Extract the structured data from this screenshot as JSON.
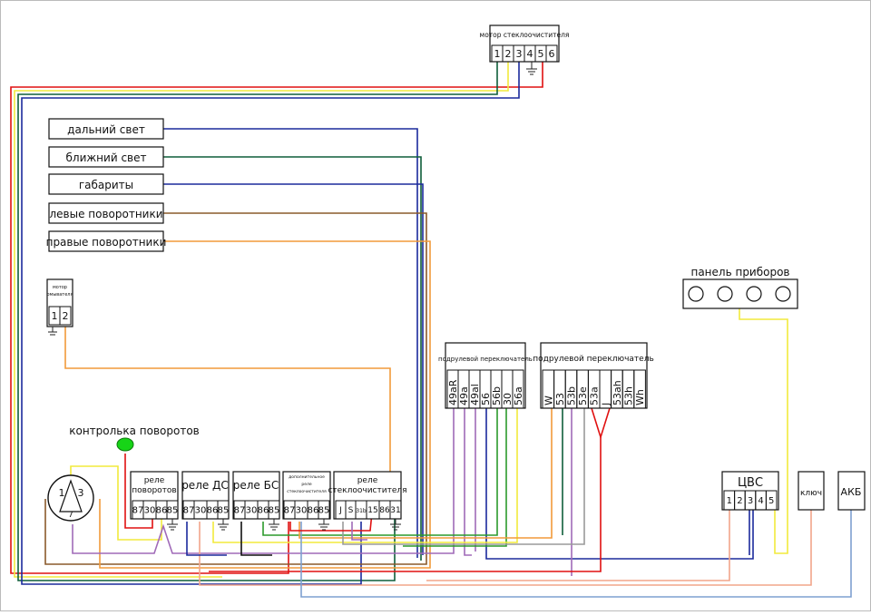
{
  "colors": {
    "red": "#e01010",
    "blue": "#1b2a9c",
    "green": "#2c9a2c",
    "yellow": "#f2ea3c",
    "orange": "#f29a3a",
    "brown": "#8a5a2b",
    "purple": "#a06ab8",
    "dark_green": "#0f5e3a",
    "light_blue": "#7ea0d0",
    "salmon": "#f2a58a",
    "black": "#111111",
    "gray": "#9a9a9a",
    "lamp_green": "#17d417"
  },
  "wiper_motor": {
    "title": "мотор стеклоочистителя",
    "pins": [
      "1",
      "2",
      "3",
      "4",
      "5",
      "6"
    ]
  },
  "circuits": {
    "high_beam": "дальний свет",
    "low_beam": "ближний свет",
    "parking": "габариты",
    "left_turn": "левые поворотники",
    "right_turn": "правые поворотники"
  },
  "washer_motor": {
    "title_line1": "мотор",
    "title_line2": "омывателя",
    "pins": [
      "1",
      "2"
    ]
  },
  "turn_indicator_label": "контролька поворотов",
  "flasher_unit": {
    "pins": [
      "1",
      "3",
      "7"
    ]
  },
  "relays": {
    "turn_relay": {
      "title_line1": "реле",
      "title_line2": "поворотов",
      "pins": [
        "87",
        "30",
        "86",
        "85"
      ]
    },
    "ds_relay": {
      "title": "реле ДС",
      "pins": [
        "87",
        "30",
        "86",
        "85"
      ]
    },
    "bs_relay": {
      "title": "реле БС",
      "pins": [
        "87",
        "30",
        "86",
        "85"
      ]
    },
    "extra_wiper_relay": {
      "title_line1": "дополнительное",
      "title_line2": "реле",
      "title_line3": "стеклоочистителя",
      "pins": [
        "87",
        "30",
        "86",
        "85"
      ]
    },
    "wiper_relay": {
      "title_line1": "реле",
      "title_line2": "стеклоочистителя",
      "pins": [
        "J",
        "S",
        "31b",
        "15",
        "86",
        "31"
      ]
    }
  },
  "left_stalk": {
    "title": "подрулевой переключатель",
    "pins": [
      "49aR",
      "49a",
      "49al",
      "56",
      "56b",
      "30",
      "56a"
    ]
  },
  "right_stalk": {
    "title": "подрулевой переключатель",
    "pins": [
      "W",
      "53",
      "53b",
      "53e",
      "53a",
      "J",
      "53ah",
      "53h",
      "Wh"
    ]
  },
  "instrument_panel": {
    "title": "панель приборов"
  },
  "central_unit": {
    "title": "ЦВС",
    "pins": [
      "1",
      "2",
      "3",
      "4",
      "5"
    ]
  },
  "ignition_key": "ключ",
  "battery": "АКБ"
}
